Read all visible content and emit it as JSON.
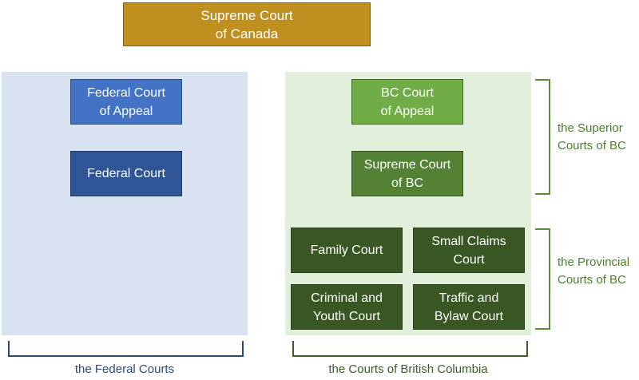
{
  "top": {
    "label": "Supreme Court\nof Canada",
    "color": "#bf8f20"
  },
  "federal": {
    "panel_color": "#dae3f2",
    "courts": [
      {
        "label": "Federal Court\nof Appeal",
        "color": "#4472c4"
      },
      {
        "label": "Federal Court",
        "color": "#2f5597"
      }
    ],
    "group_label": "the Federal Courts"
  },
  "bc": {
    "panel_color": "#e2efda",
    "superior_courts": [
      {
        "label": "BC Court\nof Appeal",
        "color": "#70ad47"
      },
      {
        "label": "Supreme Court\nof BC",
        "color": "#548235"
      }
    ],
    "provincial_courts": [
      {
        "label": "Family Court",
        "color": "#385723"
      },
      {
        "label": "Small Claims\nCourt",
        "color": "#385723"
      },
      {
        "label": "Criminal and\nYouth Court",
        "color": "#385723"
      },
      {
        "label": "Traffic and\nBylaw Court",
        "color": "#385723"
      }
    ],
    "superior_label": "the Superior\nCourts of BC",
    "provincial_label": "the Provincial\nCourts of BC",
    "group_label": "the Courts of British Columbia"
  }
}
